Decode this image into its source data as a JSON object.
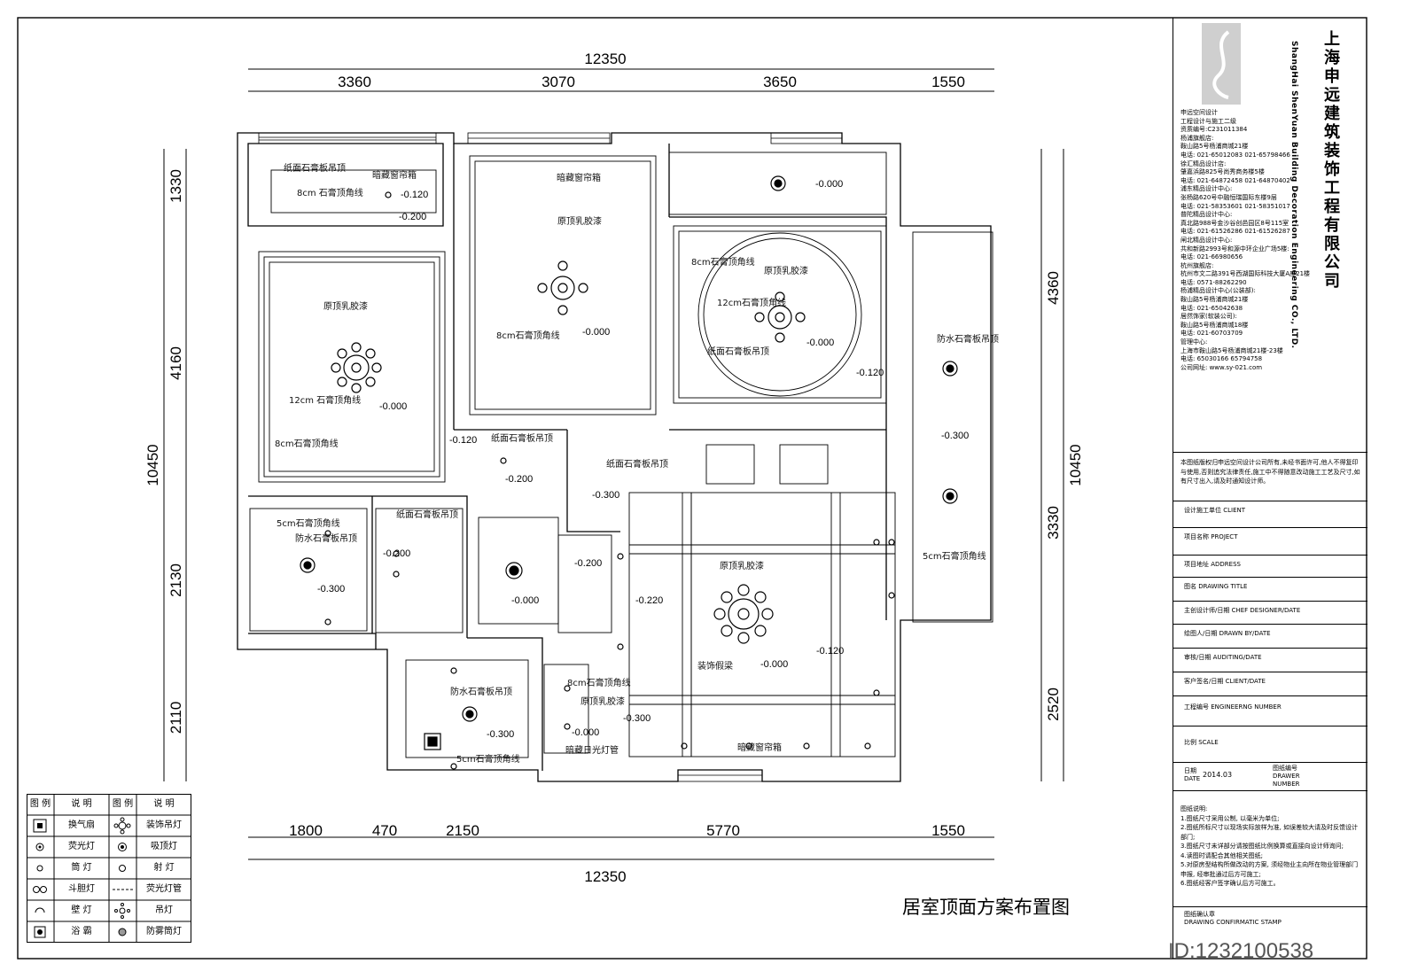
{
  "overall_dims": {
    "top_total": "12350",
    "bottom_total": "12350",
    "left_total": "10450",
    "right_total": "10450"
  },
  "top_dims": [
    "3360",
    "3070",
    "3650",
    "1550"
  ],
  "bottom_dims": [
    "1800",
    "470",
    "2150",
    "5770",
    "1550"
  ],
  "left_dims": [
    "1330",
    "4160",
    "2130",
    "2110"
  ],
  "right_dims": [
    "4360",
    "3330",
    "2520"
  ],
  "plan_labels": {
    "l1": "纸面石膏板吊顶",
    "l2": "暗藏窗帘箱",
    "l3": "8cm 石膏顶角线",
    "l4": "暗藏窗帘箱",
    "l5": "原顶乳胶漆",
    "l6": "原顶乳胶漆",
    "l7": "12cm 石膏顶角线",
    "l8": "8cm石膏顶角线",
    "l9": "8cm石膏顶角线",
    "l10": "8cm石膏顶角线",
    "l11": "原顶乳胶漆",
    "l12": "12cm石膏顶角线",
    "l13": "纸面石膏板吊顶",
    "l14": "防水石膏板吊顶",
    "l15": "纸面石膏板吊顶",
    "l16": "纸面石膏板吊顶",
    "l17": "5cm石膏顶角线",
    "l18": "防水石膏板吊顶",
    "l19": "纸面石膏板吊顶",
    "l20": "5cm石膏顶角线",
    "l21": "原顶乳胶漆",
    "l22": "装饰假梁",
    "l23": "防水石膏板吊顶",
    "l24": "8cm石膏顶角线",
    "l25": "原顶乳胶漆",
    "l26": "5cm石膏顶角线",
    "l27": "暗藏日光灯管",
    "l28": "暗藏窗帘箱"
  },
  "levels": {
    "v1": "-0.120",
    "v2": "-0.200",
    "v3": "-0.000",
    "v4": "-0.000",
    "v5": "-0.000",
    "v6": "-0.000",
    "v7": "-0.120",
    "v8": "-0.120",
    "v9": "-0.200",
    "v10": "-0.300",
    "v11": "-0.300",
    "v12": "-0.200",
    "v13": "-0.300",
    "v14": "-0.000",
    "v15": "-0.200",
    "v16": "-0.220",
    "v17": "-0.000",
    "v18": "-0.120",
    "v19": "-0.300",
    "v20": "-0.000",
    "v21": "-0.300"
  },
  "legend": {
    "headers": [
      "图 例",
      "说 明",
      "图 例",
      "说 明"
    ],
    "rows": [
      [
        "换气扇",
        "装饰吊灯"
      ],
      [
        "荧光灯",
        "吸顶灯"
      ],
      [
        "筒 灯",
        "射 灯"
      ],
      [
        "斗胆灯",
        "荧光灯管"
      ],
      [
        "壁 灯",
        "吊灯"
      ],
      [
        "浴 霸",
        "防雾筒灯"
      ]
    ]
  },
  "page_title": "居室顶面方案布置图",
  "drawing_id": "ID:1232100538",
  "title_block": {
    "company_cn": "上海申远建筑装饰工程有限公司",
    "company_en": "ShangHai ShenYuan Building Decoration Engineering CO., LTD.",
    "firm_lines": [
      "申远空间设计",
      "工程设计与施工二级",
      "资质编号:C231011384",
      "杨浦旗舰店:",
      "鞍山路5号杨浦商城21楼",
      "电话: 021-65012083 021-65798466",
      "徐汇精品设计店:",
      "肇嘉浜路825号尚秀商务楼5楼",
      "电话: 021-64872458 021-64870402",
      "浦东精品设计中心:",
      "张杨路620号中融恒瑞国际东楼9层",
      "电话: 021-58353601 021-58351017",
      "普陀精品设计中心:",
      "真北路988号金沙谷创邑园区8号115室",
      "电话: 021-61526286 021-61526287",
      "闸北精品设计中心:",
      "共和新路2993号和源中环企业广场5楼:",
      "电话: 021-66980656",
      "杭州旗舰店:",
      "杭州市文二路391号西湖国际科技大厦A座21楼",
      "电话: 0571-88262290",
      "杨浦精品设计中心(公装部):",
      "鞍山路5号杨浦商城21楼",
      "电话: 021-65042638",
      "居然饰家(软装公司):",
      "鞍山路5号杨浦商城18楼",
      "电话: 021-60703709",
      "管理中心:",
      "上海市鞍山路5号杨浦商城21楼-23楼",
      "电话: 65030166 65794758",
      "公司网址: www.sy-021.com"
    ],
    "copyright": "本图纸版权归申远空间设计公司所有,未经书面许可,他人不得复印与使用,否则追究法律责任,施工中不得随意改动施工工艺及尺寸,如有尺寸出入,请及时通知设计师。",
    "rows": [
      "设计施工单位 CLIENT",
      "项目名称 PROJECT",
      "项目地址 ADDRESS",
      "图名 DRAWING TITLE",
      "主创设计师/日期 CHEF DESIGNER/DATE",
      "绘图人/日期 DRAWN BY/DATE",
      "审核/日期 AUDITING/DATE",
      "客户签名/日期 CLIENT/DATE",
      "工程编号 ENGINEERNG NUMBER",
      "比例 SCALE"
    ],
    "date_label": "日期",
    "date_label_en": "DATE",
    "date_value": "2014.03",
    "drawing_no_label": "图纸编号",
    "drawing_no_en": "DRAWER NUMBER",
    "notes_title": "图纸说明:",
    "notes": [
      "1.图纸尺寸采用公制, 以毫米为单位;",
      "2.图纸所标尺寸以现场实际放样为准, 如误差较大请及时反馈设计部门;",
      "3.图纸尺寸未详部分请按图纸比例换算或直接向设计师询问;",
      "4.读图时请配合其他相关图纸;",
      "5.对原房型结构所做改动的方案, 须经物业主向所在物业管理部门申报, 经审批通过后方可施工;",
      "6.图纸经客户签字确认后方可施工。"
    ],
    "stamp_label": "图纸确认章",
    "stamp_label_en": "DRAWING CONFIRMATIC STAMP"
  }
}
